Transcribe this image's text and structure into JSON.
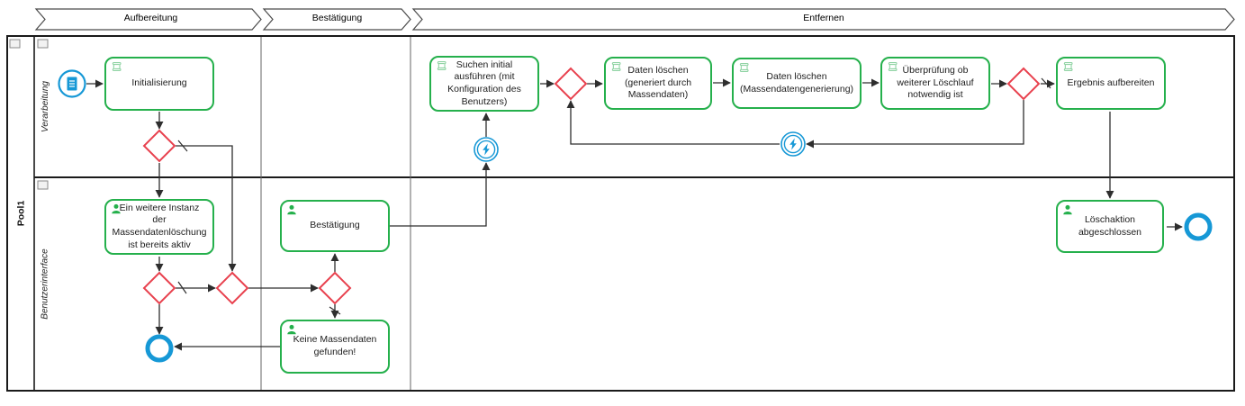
{
  "diagram": {
    "phases": [
      {
        "label": "Aufbereitung"
      },
      {
        "label": "Bestätigung"
      },
      {
        "label": "Entfernen"
      }
    ],
    "pool": {
      "label": "Pool1",
      "lanes": [
        {
          "label": "Verarbeitung"
        },
        {
          "label": "Benutzerinterface"
        }
      ]
    },
    "tasks": [
      {
        "label": "Initialisierung",
        "type": "script-task"
      },
      {
        "label": "Ein weitere Instanz der Massendatenlöschung ist bereits aktiv",
        "type": "user-task"
      },
      {
        "label": "Bestätigung",
        "type": "user-task"
      },
      {
        "label": "Keine Massendaten gefunden!",
        "type": "user-task"
      },
      {
        "label": "Suchen initial ausführen (mit Konfiguration des Benutzers)",
        "type": "script-task"
      },
      {
        "label": "Daten löschen (generiert durch Massendaten)",
        "type": "script-task"
      },
      {
        "label": "Daten löschen (Massendatengenerierung)",
        "type": "script-task"
      },
      {
        "label": "Überprüfung ob weiterer Löschlauf notwendig ist",
        "type": "script-task"
      },
      {
        "label": "Ergebnis aufbereiten",
        "type": "script-task"
      },
      {
        "label": "Löschaktion abgeschlossen",
        "type": "user-task"
      }
    ],
    "events": [
      {
        "kind": "start",
        "icon": "document-icon"
      },
      {
        "kind": "intermediate",
        "icon": "lightning-icon"
      },
      {
        "kind": "intermediate",
        "icon": "lightning-icon"
      },
      {
        "kind": "end",
        "icon": "none"
      },
      {
        "kind": "end",
        "icon": "none"
      }
    ],
    "gateways": {
      "count": 6,
      "type": "exclusive"
    },
    "icons": {
      "start_event": "document-icon",
      "intermediate_event": "lightning-icon",
      "script_task_marker": "scroll-icon",
      "user_task_marker": "person-icon"
    },
    "colors": {
      "task_border": "#25b04c",
      "script_marker": "#8fd3a3",
      "gateway_border": "#e8414e",
      "event_blue": "#1698d6",
      "flow_line": "#2e2e2e"
    }
  }
}
